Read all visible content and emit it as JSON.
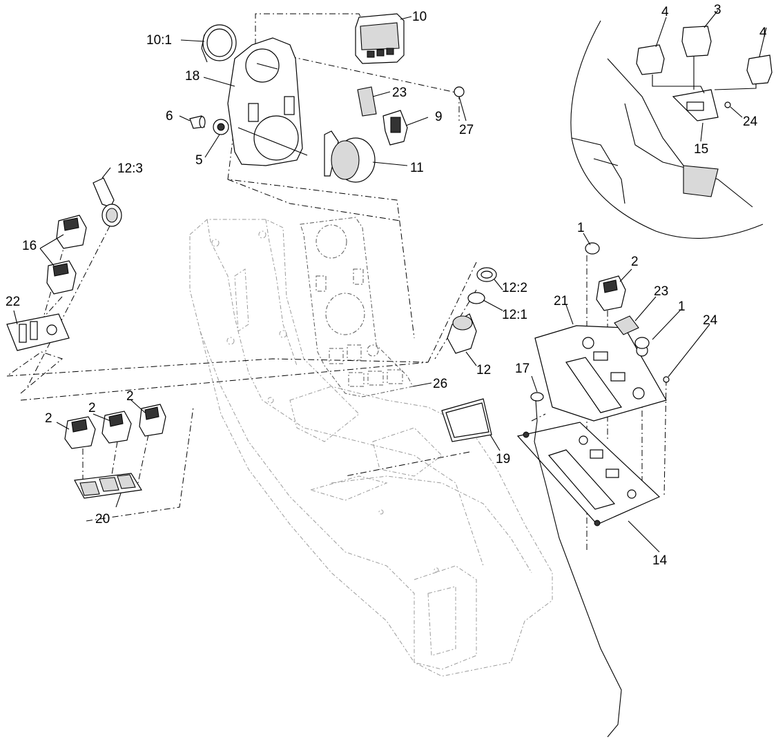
{
  "callouts": {
    "c10_1": "10:1",
    "c10": "10",
    "c18": "18",
    "c23a": "23",
    "c27": "27",
    "c6": "6",
    "c9": "9",
    "c5": "5",
    "c11": "11",
    "c12_3": "12:3",
    "c16": "16",
    "c22": "22",
    "c2a": "2",
    "c2b": "2",
    "c2c": "2",
    "c20": "20",
    "c12_2": "12:2",
    "c12_1": "12:1",
    "c12": "12",
    "c26": "26",
    "c19": "19",
    "c17": "17",
    "c1a": "1",
    "c2d": "2",
    "c23b": "23",
    "c21": "21",
    "c1b": "1",
    "c24a": "24",
    "c14": "14",
    "c4a": "4",
    "c3": "3",
    "c4b": "4",
    "c24b": "24",
    "c15": "15"
  }
}
